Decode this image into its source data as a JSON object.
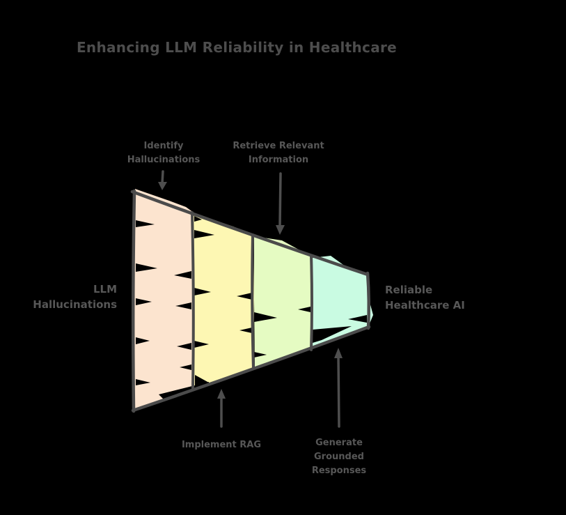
{
  "title": "Enhancing LLM Reliability in Healthcare",
  "colors": {
    "background": "#000000",
    "stroke": "#4b4b4b",
    "arrow": "#4e4e4e",
    "text": "#575757",
    "title": "#4d4d4d"
  },
  "funnel": {
    "left_label": {
      "lines": [
        "LLM",
        "Hallucinations"
      ]
    },
    "right_label": {
      "lines": [
        "Reliable",
        "Healthcare AI"
      ]
    },
    "stages": [
      {
        "label": "Identify Hallucinations",
        "fill": "#fce4cf",
        "annotation_position": "top"
      },
      {
        "label": "Implement RAG",
        "fill": "#fdf7b3",
        "annotation_position": "bottom"
      },
      {
        "label": "Retrieve Relevant Information",
        "fill": "#e5fbc2",
        "annotation_position": "top"
      },
      {
        "label": "Generate Grounded Responses",
        "fill": "#c9fbe2",
        "annotation_position": "bottom"
      }
    ]
  },
  "annotations": {
    "identify": {
      "lines": [
        "Identify",
        "Hallucinations"
      ]
    },
    "retrieve": {
      "lines": [
        "Retrieve Relevant",
        "Information"
      ]
    },
    "implement": {
      "lines": [
        "Implement RAG"
      ]
    },
    "generate": {
      "lines": [
        "Generate",
        "Grounded",
        "Responses"
      ]
    }
  }
}
